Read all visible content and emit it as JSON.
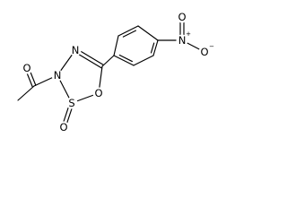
{
  "structure": {
    "atoms": {
      "o_acetyl": {
        "symbol": "O",
        "charge": ""
      },
      "n3": {
        "symbol": "N",
        "charge": ""
      },
      "n4": {
        "symbol": "N",
        "charge": ""
      },
      "o1": {
        "symbol": "O",
        "charge": ""
      },
      "s2": {
        "symbol": "S",
        "charge": ""
      },
      "o_sulfinyl": {
        "symbol": "O",
        "charge": ""
      },
      "n_nitro": {
        "symbol": "N",
        "charge": "+"
      },
      "o_nitro_top": {
        "symbol": "O",
        "charge": ""
      },
      "o_nitro_bottom": {
        "symbol": "O",
        "charge": "−"
      }
    }
  }
}
